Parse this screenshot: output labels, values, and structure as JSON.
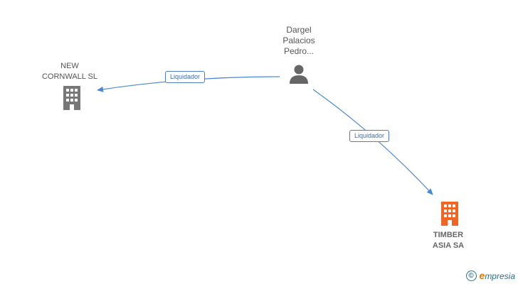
{
  "nodes": {
    "person": {
      "label_lines": [
        "Dargel",
        "Palacios",
        "Pedro..."
      ]
    },
    "company_left": {
      "label_lines": [
        "NEW",
        "CORNWALL SL"
      ]
    },
    "company_right": {
      "label_lines": [
        "TIMBER",
        "ASIA SA"
      ]
    }
  },
  "edges": [
    {
      "label": "Liquidador",
      "from": "person",
      "to": "company_left"
    },
    {
      "label": "Liquidador",
      "from": "person",
      "to": "company_right"
    }
  ],
  "colors": {
    "edge": "#4a86d8",
    "person_icon": "#666666",
    "company_icon": "#777777",
    "highlight_icon": "#f26522"
  },
  "icons": {
    "person": "person-icon",
    "company_left": "building-icon",
    "company_right": "building-icon"
  },
  "watermark": {
    "copyright": "©",
    "brand_initial": "e",
    "brand_rest": "mpresia"
  }
}
